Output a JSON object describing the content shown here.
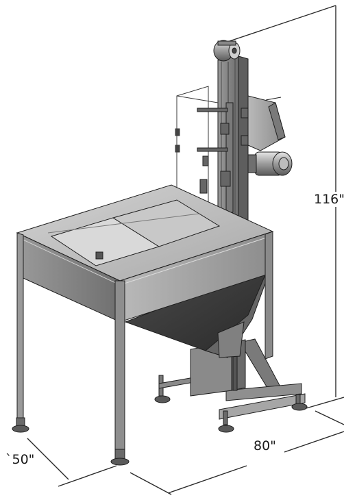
{
  "dimensions": {
    "height": "116\"",
    "depth": "`50\"",
    "width": "80\""
  },
  "colors": {
    "steel_light": "#b7b7b7",
    "steel_mid": "#8f8f8f",
    "steel_dark": "#5e5e5e",
    "steel_darker": "#3d3d3d",
    "outline": "#1e1e1e",
    "dimension_line": "#2a2a2a"
  }
}
